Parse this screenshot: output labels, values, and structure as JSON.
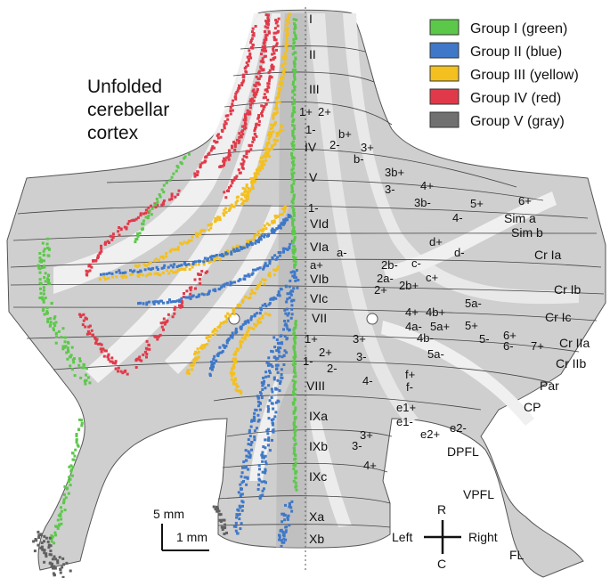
{
  "title_lines": [
    "Unfolded",
    "cerebellar",
    "cortex"
  ],
  "legend": [
    {
      "label": "Group I (green)",
      "color": "#5cc84a"
    },
    {
      "label": "Group II (blue)",
      "color": "#3f78c8"
    },
    {
      "label": "Group III (yellow)",
      "color": "#f3c020"
    },
    {
      "label": "Group IV (red)",
      "color": "#e03a4a"
    },
    {
      "label": "Group V (gray)",
      "color": "#707070"
    }
  ],
  "colors": {
    "cortex_fill": "#cfcfcf",
    "cortex_light": "#e6e6e6",
    "cortex_dark": "#a9a9a9",
    "outline": "#555555",
    "green": "#5cc84a",
    "blue": "#3f78c8",
    "yellow": "#f3c020",
    "red": "#e03a4a",
    "gray": "#606060"
  },
  "lobule_labels": [
    "I",
    "II",
    "III",
    "IV",
    "V",
    "VId",
    "VIa",
    "VIb",
    "VIc",
    "VII",
    "VIII",
    "IXa",
    "IXb",
    "IXc",
    "Xa",
    "Xb"
  ],
  "zone_labels": [
    "1+",
    "2+",
    "1-",
    "b+",
    "2-",
    "3+",
    "b-",
    "3b+",
    "4+",
    "3-",
    "3b-",
    "5+",
    "6+",
    "4-",
    "1-",
    "a-",
    "a+",
    "2b-",
    "c-",
    "d+",
    "d-",
    "2a-",
    "c+",
    "2+",
    "2b+",
    "5a-",
    "4+",
    "4b+",
    "4a-",
    "5a+",
    "5+",
    "4b-",
    "6+",
    "5-",
    "6-",
    "7+",
    "1+",
    "3+",
    "2+",
    "1-",
    "2-",
    "3-",
    "5a-",
    "4-",
    "f+",
    "f-",
    "e1+",
    "e1-",
    "e2+",
    "e2-",
    "3+",
    "3-",
    "4+"
  ],
  "region_labels": [
    "Sim a",
    "Sim b",
    "Cr Ia",
    "Cr Ib",
    "Cr Ic",
    "Cr IIa",
    "Cr IIb",
    "Par",
    "CP",
    "DPFL",
    "VPFL",
    "FL"
  ],
  "scale": {
    "length_label": "5 mm",
    "width_label": "1 mm"
  },
  "compass": {
    "up": "R",
    "down": "C",
    "left": "Left",
    "right": "Right"
  }
}
